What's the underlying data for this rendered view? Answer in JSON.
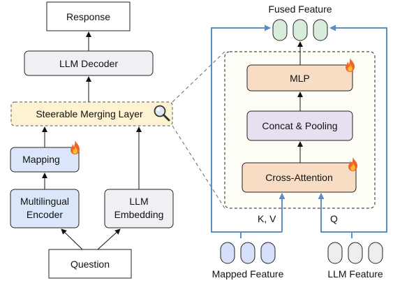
{
  "left": {
    "response": "Response",
    "decoder": "LLM Decoder",
    "merging": "Steerable Merging Layer",
    "mapping": "Mapping",
    "encoder_line1": "Multilingual",
    "encoder_line2": "Encoder",
    "embedding_line1": "LLM",
    "embedding_line2": "Embedding",
    "question": "Question"
  },
  "right": {
    "fused_label": "Fused Feature",
    "mlp": "MLP",
    "concat": "Concat & Pooling",
    "cross_attention": "Cross-Attention",
    "kv_label": "K, V",
    "q_label": "Q",
    "mapped_label": "Mapped Feature",
    "llm_feature_label": "LLM Feature"
  },
  "icons": {
    "trainable": "fire-icon",
    "steer": "magnifier-icon"
  },
  "colors": {
    "blue_box": "#dce6fb",
    "gray_box": "#eef0f3",
    "yellow_box": "#fdf3d2",
    "orange_box": "#f9dcc4",
    "purple_box": "#e8e0f0",
    "green_token": "#d8ecdc",
    "blue_token": "#d6e0fb",
    "gray_token": "#eceef0",
    "flow_line": "#5b8ec4"
  }
}
